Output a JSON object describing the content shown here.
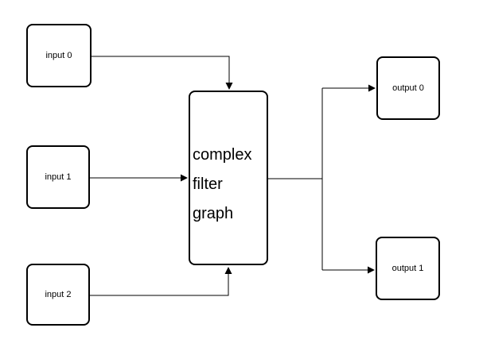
{
  "diagram": {
    "colors": {
      "stroke": "#000000",
      "node_fill": "#ffffff",
      "background": "#ffffff",
      "text": "#000000"
    },
    "nodes": {
      "input0": {
        "label": "input 0"
      },
      "input1": {
        "label": "input 1"
      },
      "input2": {
        "label": "input 2"
      },
      "filter": {
        "lines": [
          "complex",
          "filter",
          "graph"
        ]
      },
      "output0": {
        "label": "output 0"
      },
      "output1": {
        "label": "output 1"
      }
    },
    "edges": [
      {
        "from": "input 0",
        "to": "complex filter graph"
      },
      {
        "from": "input 1",
        "to": "complex filter graph"
      },
      {
        "from": "input 2",
        "to": "complex filter graph"
      },
      {
        "from": "complex filter graph",
        "to": "output 0"
      },
      {
        "from": "complex filter graph",
        "to": "output 1"
      }
    ]
  }
}
